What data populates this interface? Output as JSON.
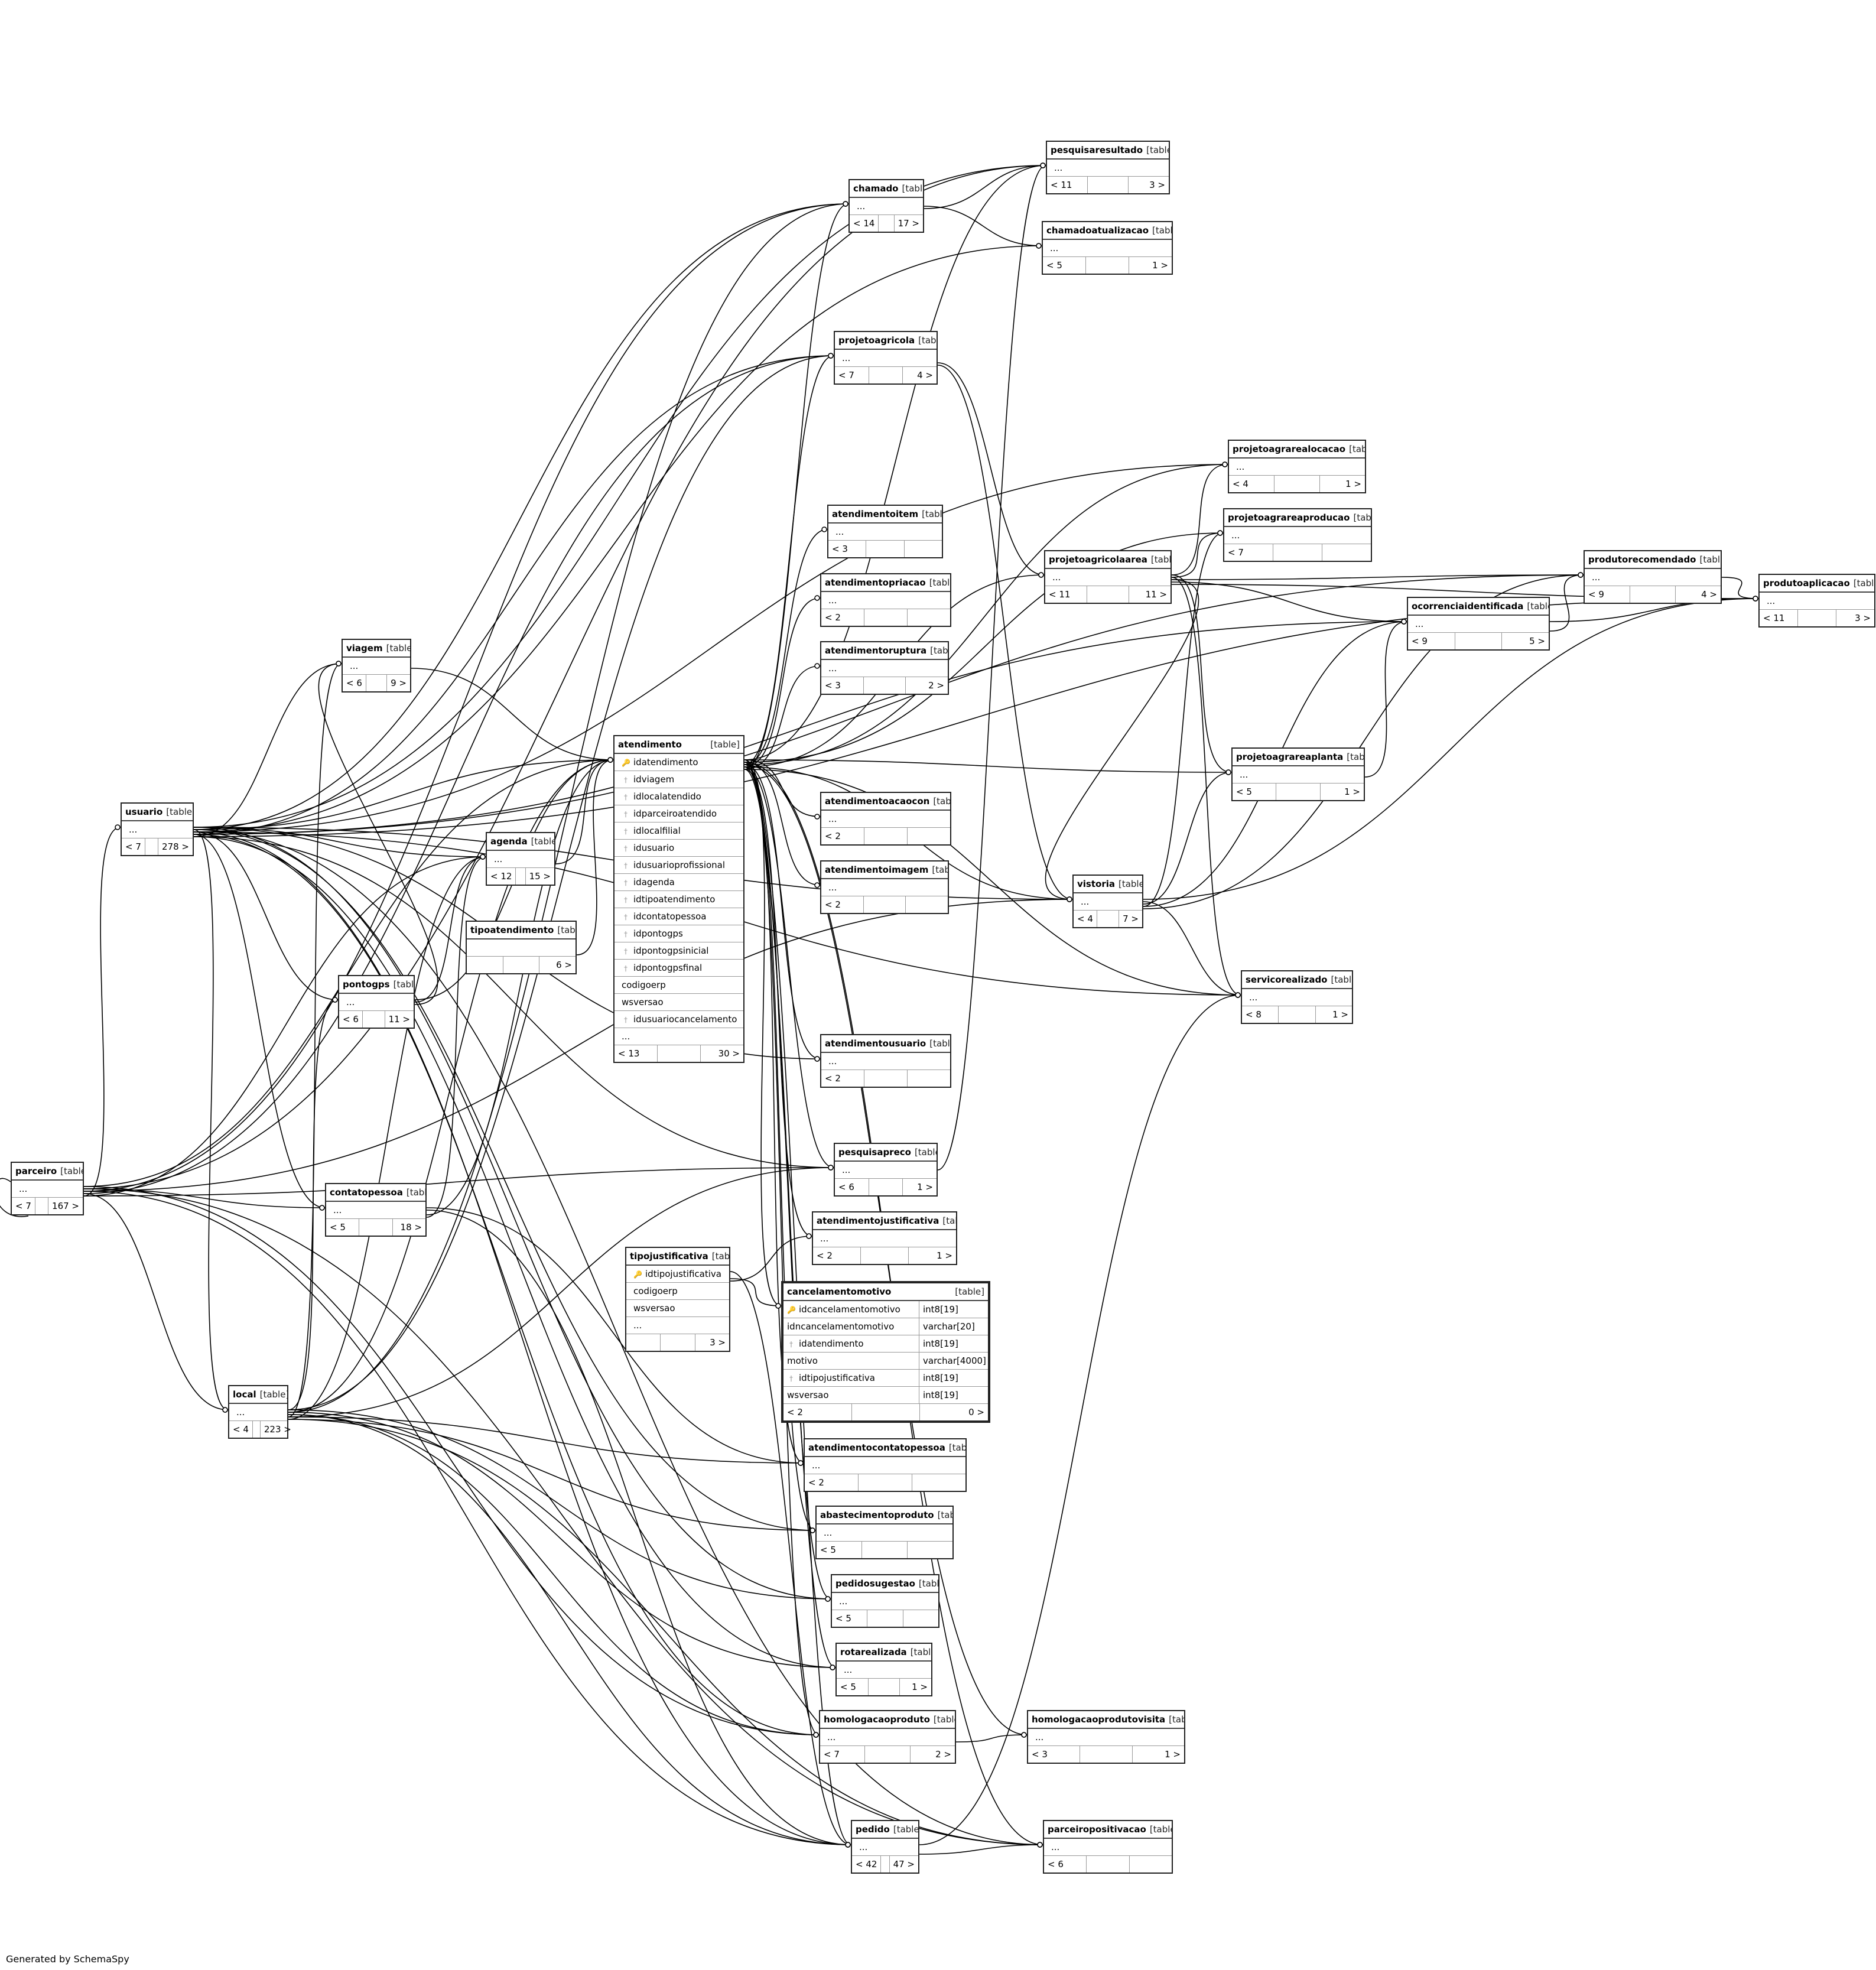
{
  "footer_text": "Generated by SchemaSpy",
  "kind_label": "[table]",
  "tables": [
    {
      "name": "pesquisaresultado",
      "parents": "< 11",
      "children": "3 >",
      "columns": [
        {
          "name": "..."
        }
      ]
    },
    {
      "name": "chamado",
      "parents": "< 14",
      "children": "17 >",
      "columns": [
        {
          "name": "..."
        }
      ]
    },
    {
      "name": "chamadoatualizacao",
      "parents": "< 5",
      "children": "1 >",
      "columns": [
        {
          "name": "..."
        }
      ]
    },
    {
      "name": "projetoagricola",
      "parents": "< 7",
      "children": "4 >",
      "columns": [
        {
          "name": "..."
        }
      ]
    },
    {
      "name": "projetoagrarealocacao",
      "parents": "< 4",
      "children": "1 >",
      "columns": [
        {
          "name": "..."
        }
      ]
    },
    {
      "name": "projetoagrareaproducao",
      "parents": "< 7",
      "children": "",
      "columns": [
        {
          "name": "..."
        }
      ]
    },
    {
      "name": "atendimentoitem",
      "parents": "< 3",
      "children": "",
      "columns": [
        {
          "name": "..."
        }
      ]
    },
    {
      "name": "atendimentopriacao",
      "parents": "< 2",
      "children": "",
      "columns": [
        {
          "name": "..."
        }
      ]
    },
    {
      "name": "atendimentoruptura",
      "parents": "< 3",
      "children": "2 >",
      "columns": [
        {
          "name": "..."
        }
      ]
    },
    {
      "name": "projetoagricolaarea",
      "parents": "< 11",
      "children": "11 >",
      "columns": [
        {
          "name": "..."
        }
      ]
    },
    {
      "name": "produtorecomendado",
      "parents": "< 9",
      "children": "4 >",
      "columns": [
        {
          "name": "..."
        }
      ]
    },
    {
      "name": "produtoaplicacao",
      "parents": "< 11",
      "children": "3 >",
      "columns": [
        {
          "name": "..."
        }
      ]
    },
    {
      "name": "ocorrenciaidentificada",
      "parents": "< 9",
      "children": "5 >",
      "columns": [
        {
          "name": "..."
        }
      ]
    },
    {
      "name": "viagem",
      "parents": "< 6",
      "children": "9 >",
      "columns": [
        {
          "name": "..."
        }
      ]
    },
    {
      "name": "atendimento",
      "parents": "< 13",
      "children": "30 >",
      "columns": [
        {
          "name": "idatendimento",
          "key": "pk"
        },
        {
          "name": "idviagem",
          "key": "fk"
        },
        {
          "name": "idlocalatendido",
          "key": "fk"
        },
        {
          "name": "idparceiroatendido",
          "key": "fk"
        },
        {
          "name": "idlocalfilial",
          "key": "fk"
        },
        {
          "name": "idusuario",
          "key": "fk"
        },
        {
          "name": "idusuarioprofissional",
          "key": "fk"
        },
        {
          "name": "idagenda",
          "key": "fk"
        },
        {
          "name": "idtipoatendimento",
          "key": "fk"
        },
        {
          "name": "idcontatopessoa",
          "key": "fk"
        },
        {
          "name": "idpontogps",
          "key": "fk"
        },
        {
          "name": "idpontogpsinicial",
          "key": "fk"
        },
        {
          "name": "idpontogpsfinal",
          "key": "fk"
        },
        {
          "name": "codigoerp"
        },
        {
          "name": "wsversao"
        },
        {
          "name": "idusuariocancelamento",
          "key": "fk"
        },
        {
          "name": "..."
        }
      ]
    },
    {
      "name": "projetoagrareaplanta",
      "parents": "< 5",
      "children": "1 >",
      "columns": [
        {
          "name": "..."
        }
      ]
    },
    {
      "name": "usuario",
      "parents": "< 7",
      "children": "278 >",
      "columns": [
        {
          "name": "..."
        }
      ]
    },
    {
      "name": "agenda",
      "parents": "< 12",
      "children": "15 >",
      "columns": [
        {
          "name": "..."
        }
      ]
    },
    {
      "name": "atendimentoacaocon",
      "parents": "< 2",
      "children": "",
      "columns": [
        {
          "name": "..."
        }
      ]
    },
    {
      "name": "atendimentoimagem",
      "parents": "< 2",
      "children": "",
      "columns": [
        {
          "name": "..."
        }
      ]
    },
    {
      "name": "vistoria",
      "parents": "< 4",
      "children": "7 >",
      "columns": [
        {
          "name": "..."
        }
      ]
    },
    {
      "name": "tipoatendimento",
      "parents": "",
      "children": "6 >",
      "columns": [
        {
          "name": ""
        }
      ]
    },
    {
      "name": "servicorealizado",
      "parents": "< 8",
      "children": "1 >",
      "columns": [
        {
          "name": "..."
        }
      ]
    },
    {
      "name": "pontogps",
      "parents": "< 6",
      "children": "11 >",
      "columns": [
        {
          "name": "..."
        }
      ]
    },
    {
      "name": "atendimentousuario",
      "parents": "< 2",
      "children": "",
      "columns": [
        {
          "name": "..."
        }
      ]
    },
    {
      "name": "parceiro",
      "parents": "< 7",
      "children": "167 >",
      "columns": [
        {
          "name": "..."
        }
      ]
    },
    {
      "name": "pesquisapreco",
      "parents": "< 6",
      "children": "1 >",
      "columns": [
        {
          "name": "..."
        }
      ]
    },
    {
      "name": "contatopessoa",
      "parents": "< 5",
      "children": "18 >",
      "columns": [
        {
          "name": "..."
        }
      ]
    },
    {
      "name": "atendimentojustificativa",
      "parents": "< 2",
      "children": "1 >",
      "columns": [
        {
          "name": "..."
        }
      ]
    },
    {
      "name": "tipojustificativa",
      "parents": "",
      "children": "3 >",
      "columns": [
        {
          "name": "idtipojustificativa",
          "key": "pk"
        },
        {
          "name": "codigoerp"
        },
        {
          "name": "wsversao"
        },
        {
          "name": "..."
        }
      ]
    },
    {
      "name": "cancelamentomotivo",
      "parents": "< 2",
      "children": "0 >",
      "columns": [
        {
          "name": "idcancelamentomotivo",
          "key": "pk",
          "type": "int8[19]"
        },
        {
          "name": "idncancelamentomotivo",
          "type": "varchar[20]"
        },
        {
          "name": "idatendimento",
          "key": "fk",
          "type": "int8[19]"
        },
        {
          "name": "motivo",
          "type": "varchar[4000]"
        },
        {
          "name": "idtipojustificativa",
          "key": "fk",
          "type": "int8[19]"
        },
        {
          "name": "wsversao",
          "type": "int8[19]"
        }
      ]
    },
    {
      "name": "local",
      "parents": "< 4",
      "children": "223 >",
      "columns": [
        {
          "name": "..."
        }
      ]
    },
    {
      "name": "atendimentocontatopessoa",
      "parents": "< 2",
      "children": "",
      "columns": [
        {
          "name": "..."
        }
      ]
    },
    {
      "name": "abastecimentoproduto",
      "parents": "< 5",
      "children": "",
      "columns": [
        {
          "name": "..."
        }
      ]
    },
    {
      "name": "pedidosugestao",
      "parents": "< 5",
      "children": "",
      "columns": [
        {
          "name": "..."
        }
      ]
    },
    {
      "name": "rotarealizada",
      "parents": "< 5",
      "children": "1 >",
      "columns": [
        {
          "name": "..."
        }
      ]
    },
    {
      "name": "homologacaoproduto",
      "parents": "< 7",
      "children": "2 >",
      "columns": [
        {
          "name": "..."
        }
      ]
    },
    {
      "name": "homologacaoprodutovisita",
      "parents": "< 3",
      "children": "1 >",
      "columns": [
        {
          "name": "..."
        }
      ]
    },
    {
      "name": "pedido",
      "parents": "< 42",
      "children": "47 >",
      "columns": [
        {
          "name": "..."
        }
      ]
    },
    {
      "name": "parceiropositivacao",
      "parents": "< 6",
      "children": "",
      "columns": [
        {
          "name": "..."
        }
      ]
    }
  ],
  "relationships": [
    [
      "usuario",
      "pesquisaresultado"
    ],
    [
      "usuario",
      "chamado"
    ],
    [
      "usuario",
      "chamadoatualizacao"
    ],
    [
      "usuario",
      "projetoagricola"
    ],
    [
      "usuario",
      "viagem"
    ],
    [
      "usuario",
      "agenda"
    ],
    [
      "usuario",
      "atendimento"
    ],
    [
      "usuario",
      "pontogps"
    ],
    [
      "usuario",
      "contatopessoa"
    ],
    [
      "usuario",
      "pesquisapreco"
    ],
    [
      "usuario",
      "atendimentousuario"
    ],
    [
      "usuario",
      "local"
    ],
    [
      "usuario",
      "pedido"
    ],
    [
      "usuario",
      "homologacaoproduto"
    ],
    [
      "usuario",
      "rotarealizada"
    ],
    [
      "usuario",
      "pedidosugestao"
    ],
    [
      "usuario",
      "abastecimentoproduto"
    ],
    [
      "usuario",
      "projetoagrarealocacao"
    ],
    [
      "usuario",
      "produtorecomendado"
    ],
    [
      "usuario",
      "produtoaplicacao"
    ],
    [
      "usuario",
      "vistoria"
    ],
    [
      "usuario",
      "parceiropositivacao"
    ],
    [
      "usuario",
      "servicorealizado"
    ],
    [
      "usuario",
      "ocorrenciaidentificada"
    ],
    [
      "parceiro",
      "usuario"
    ],
    [
      "parceiro",
      "parceiro"
    ],
    [
      "parceiro",
      "pesquisaresultado"
    ],
    [
      "parceiro",
      "chamado"
    ],
    [
      "parceiro",
      "projetoagricola"
    ],
    [
      "parceiro",
      "agenda"
    ],
    [
      "parceiro",
      "atendimento"
    ],
    [
      "parceiro",
      "contatopessoa"
    ],
    [
      "parceiro",
      "pedido"
    ],
    [
      "parceiro",
      "local"
    ],
    [
      "parceiro",
      "pesquisapreco"
    ],
    [
      "parceiro",
      "homologacaoproduto"
    ],
    [
      "parceiro",
      "parceiropositivacao"
    ],
    [
      "parceiro",
      "vistoria"
    ],
    [
      "local",
      "viagem"
    ],
    [
      "local",
      "agenda"
    ],
    [
      "local",
      "pontogps"
    ],
    [
      "local",
      "atendimento"
    ],
    [
      "local",
      "pedido"
    ],
    [
      "local",
      "pesquisapreco"
    ],
    [
      "local",
      "abastecimentoproduto"
    ],
    [
      "local",
      "pedidosugestao"
    ],
    [
      "local",
      "rotarealizada"
    ],
    [
      "local",
      "homologacaoproduto"
    ],
    [
      "local",
      "atendimentocontatopessoa"
    ],
    [
      "local",
      "parceiropositivacao"
    ],
    [
      "local",
      "projetoagricola"
    ],
    [
      "local",
      "chamado"
    ],
    [
      "viagem",
      "atendimento"
    ],
    [
      "agenda",
      "atendimento"
    ],
    [
      "tipoatendimento",
      "atendimento"
    ],
    [
      "pontogps",
      "atendimento"
    ],
    [
      "pontogps",
      "agenda"
    ],
    [
      "pontogps",
      "viagem"
    ],
    [
      "contatopessoa",
      "atendimento"
    ],
    [
      "contatopessoa",
      "agenda"
    ],
    [
      "contatopessoa",
      "atendimentocontatopessoa"
    ],
    [
      "contatopessoa",
      "pedido"
    ],
    [
      "atendimento",
      "atendimentoitem"
    ],
    [
      "atendimento",
      "atendimentopriacao"
    ],
    [
      "atendimento",
      "atendimentoruptura"
    ],
    [
      "atendimento",
      "atendimentoacaocon"
    ],
    [
      "atendimento",
      "atendimentoimagem"
    ],
    [
      "atendimento",
      "atendimentousuario"
    ],
    [
      "atendimento",
      "pesquisapreco"
    ],
    [
      "atendimento",
      "atendimentojustificativa"
    ],
    [
      "atendimento",
      "cancelamentomotivo"
    ],
    [
      "atendimento",
      "atendimentocontatopessoa"
    ],
    [
      "atendimento",
      "abastecimentoproduto"
    ],
    [
      "atendimento",
      "pedidosugestao"
    ],
    [
      "atendimento",
      "rotarealizada"
    ],
    [
      "atendimento",
      "homologacaoproduto"
    ],
    [
      "atendimento",
      "pedido"
    ],
    [
      "atendimento",
      "projetoagricola"
    ],
    [
      "atendimento",
      "vistoria"
    ],
    [
      "atendimento",
      "servicorealizado"
    ],
    [
      "atendimento",
      "projetoagrareaplanta"
    ],
    [
      "atendimento",
      "projetoagrareaproducao"
    ],
    [
      "atendimento",
      "projetoagrarealocacao"
    ],
    [
      "atendimento",
      "projetoagricolaarea"
    ],
    [
      "atendimento",
      "chamado"
    ],
    [
      "atendimento",
      "pesquisaresultado"
    ],
    [
      "atendimento",
      "parceiropositivacao"
    ],
    [
      "atendimento",
      "homologacaoprodutovisita"
    ],
    [
      "tipojustificativa",
      "cancelamentomotivo"
    ],
    [
      "tipojustificativa",
      "atendimentojustificativa"
    ],
    [
      "tipojustificativa",
      "pedido"
    ],
    [
      "chamado",
      "chamadoatualizacao"
    ],
    [
      "chamado",
      "pesquisaresultado"
    ],
    [
      "projetoagricola",
      "projetoagricolaarea"
    ],
    [
      "projetoagricola",
      "vistoria"
    ],
    [
      "projetoagricolaarea",
      "projetoagrarealocacao"
    ],
    [
      "projetoagricolaarea",
      "projetoagrareaproducao"
    ],
    [
      "projetoagricolaarea",
      "produtorecomendado"
    ],
    [
      "projetoagricolaarea",
      "ocorrenciaidentificada"
    ],
    [
      "projetoagricolaarea",
      "produtoaplicacao"
    ],
    [
      "projetoagricolaarea",
      "projetoagrareaplanta"
    ],
    [
      "projetoagricolaarea",
      "servicorealizado"
    ],
    [
      "projetoagricolaarea",
      "vistoria"
    ],
    [
      "vistoria",
      "ocorrenciaidentificada"
    ],
    [
      "vistoria",
      "produtorecomendado"
    ],
    [
      "vistoria",
      "produtoaplicacao"
    ],
    [
      "vistoria",
      "servicorealizado"
    ],
    [
      "vistoria",
      "projetoagrareaplanta"
    ],
    [
      "vistoria",
      "projetoagrareaproducao"
    ],
    [
      "ocorrenciaidentificada",
      "produtorecomendado"
    ],
    [
      "ocorrenciaidentificada",
      "produtoaplicacao"
    ],
    [
      "produtorecomendado",
      "produtoaplicacao"
    ],
    [
      "projetoagrareaplanta",
      "ocorrenciaidentificada"
    ],
    [
      "homologacaoproduto",
      "homologacaoprodutovisita"
    ],
    [
      "pedido",
      "parceiropositivacao"
    ],
    [
      "pedido",
      "servicorealizado"
    ],
    [
      "pesquisapreco",
      "pesquisaresultado"
    ]
  ]
}
